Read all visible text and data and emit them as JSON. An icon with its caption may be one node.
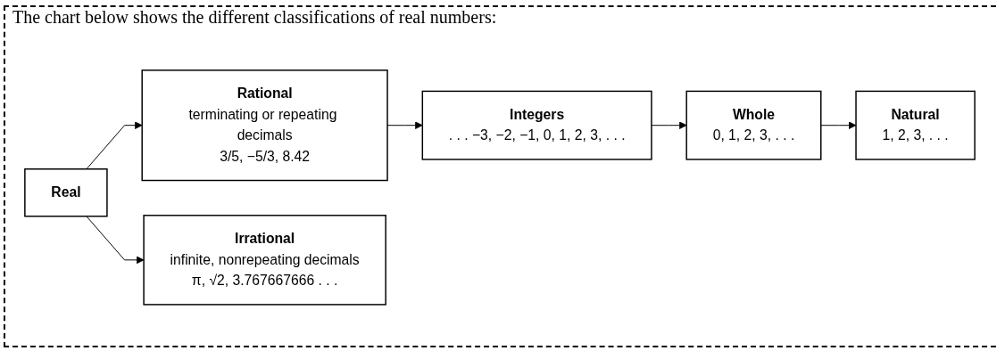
{
  "diagram": {
    "title": "The chart below shows the different classifications of real numbers:",
    "nodes": [
      {
        "text": [
          "Real"
        ]
      },
      {
        "text": [
          "Rational",
          "terminating or repeating decimals",
          "3/5, −5/3, 8.42"
        ]
      },
      {
        "text": [
          "Irrational",
          "infinite, nonrepeating decimals",
          "π, √2, 3.767667666 . . ."
        ]
      },
      {
        "text": [
          "Integers",
          ". . . −3, −2, −1, 0, 1, 2, 3, . . ."
        ]
      },
      {
        "text": [
          "Whole",
          "0, 1, 2, 3, . . ."
        ]
      },
      {
        "text": [
          "Natural",
          "1, 2, 3, . . ."
        ]
      }
    ],
    "edges": [
      {
        "from": 0,
        "to": 1,
        "arrow": "to"
      },
      {
        "from": 0,
        "to": 2,
        "arrow": "to"
      },
      {
        "from": 1,
        "to": 3,
        "arrow": "to"
      },
      {
        "from": 3,
        "to": 4,
        "arrow": "to"
      },
      {
        "from": 4,
        "to": 5,
        "arrow": "to"
      }
    ]
  }
}
